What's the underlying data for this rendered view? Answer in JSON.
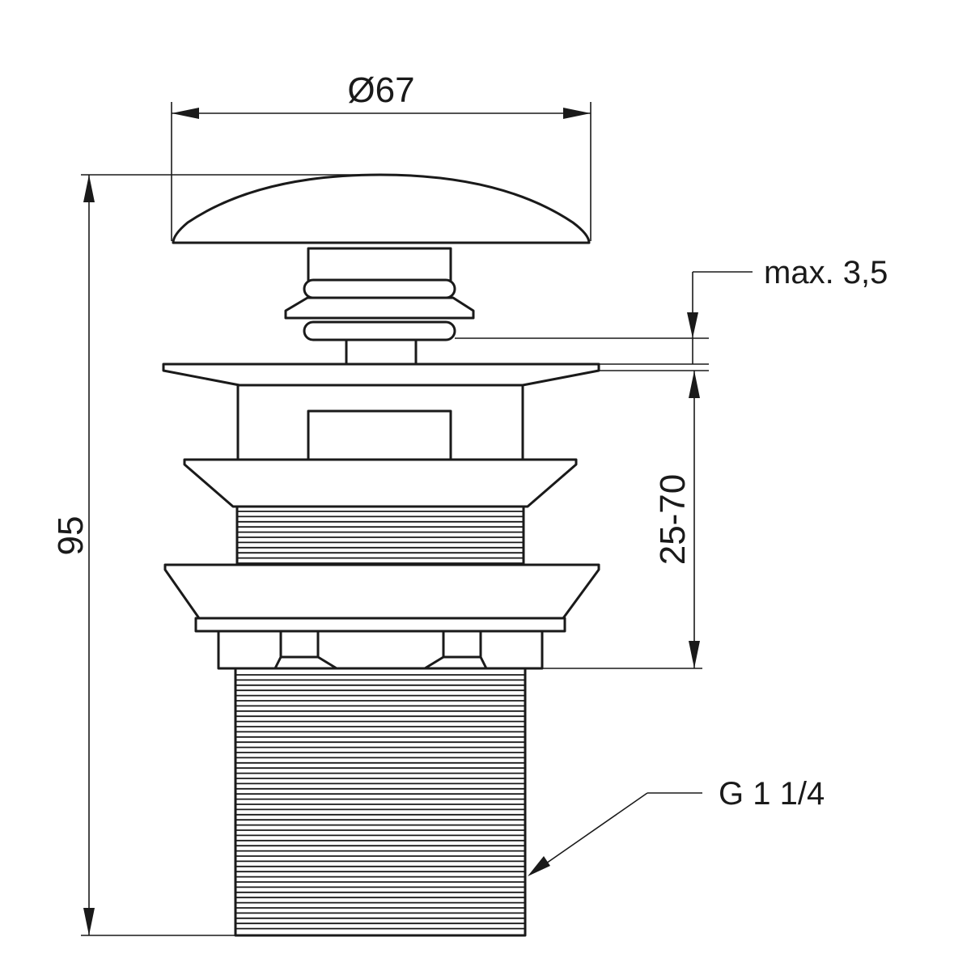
{
  "diagram": {
    "dimensions": {
      "cap_diameter": "Ø67",
      "total_height": "95",
      "max_thickness": "max. 3,5",
      "clamp_range": "25-70",
      "thread_size": "G 1 1/4"
    },
    "colors": {
      "line": "#1a1a1a",
      "background": "#ffffff"
    }
  }
}
